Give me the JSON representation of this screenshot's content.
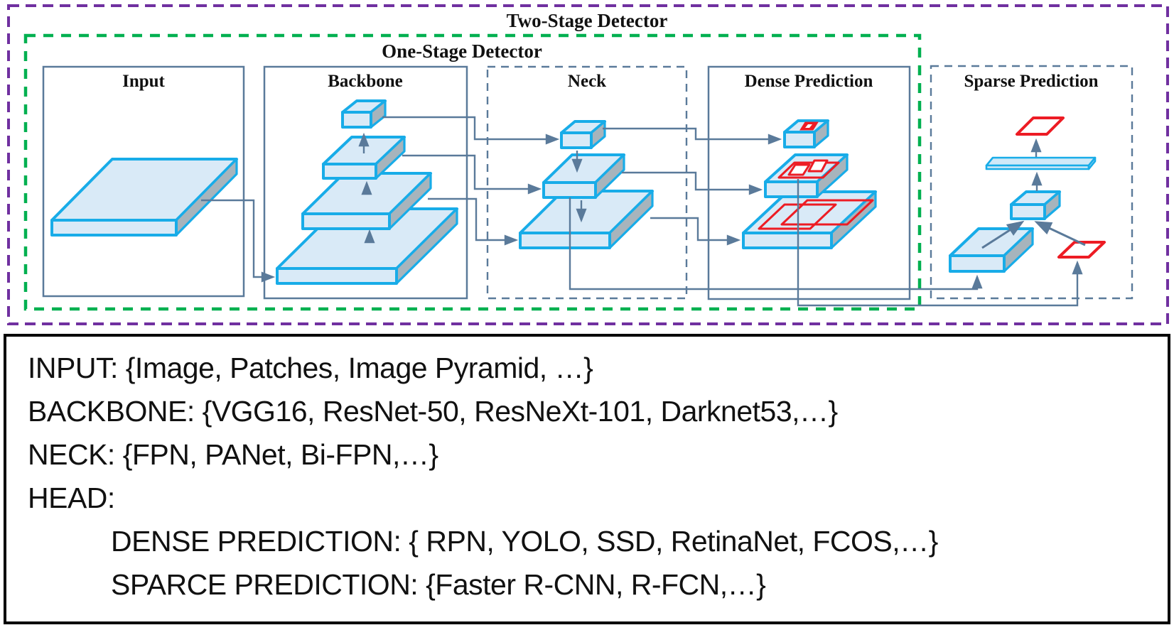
{
  "frames": {
    "two_stage_label": "Two-Stage Detector",
    "one_stage_label": "One-Stage Detector"
  },
  "sections": {
    "input": "Input",
    "backbone": "Backbone",
    "neck": "Neck",
    "dense": "Dense Prediction",
    "sparse": "Sparse Prediction"
  },
  "legend": {
    "lines": [
      {
        "text": "INPUT: {Image, Patches, Image Pyramid, …}",
        "indent": false
      },
      {
        "text": "BACKBONE: {VGG16, ResNet-50, ResNeXt-101, Darknet53,…}",
        "indent": false
      },
      {
        "text": "NECK: {FPN, PANet, Bi-FPN,…}",
        "indent": false
      },
      {
        "text": "HEAD:",
        "indent": false
      },
      {
        "text": "DENSE PREDICTION: { RPN, YOLO, SSD, RetinaNet, FCOS,…}",
        "indent": true
      },
      {
        "text": "SPARCE PREDICTION: {Faster R-CNN, R-FCN,…}",
        "indent": true
      }
    ]
  },
  "icons": {
    "feature_map_slab": "3d-feature-map-slab",
    "anchor_boxes": "red-anchor-box-annotations"
  },
  "colors": {
    "two_stage_border": "#7030a0",
    "one_stage_border": "#00b050",
    "box_border": "#5a7a9a",
    "connector": "#5a7a9a",
    "shape_stroke": "#18ace8",
    "shape_fill": "#d9eaf7",
    "shape_side": "#a7b4bc",
    "annotation_red": "#ed1c24",
    "legend_text": "#111111"
  }
}
